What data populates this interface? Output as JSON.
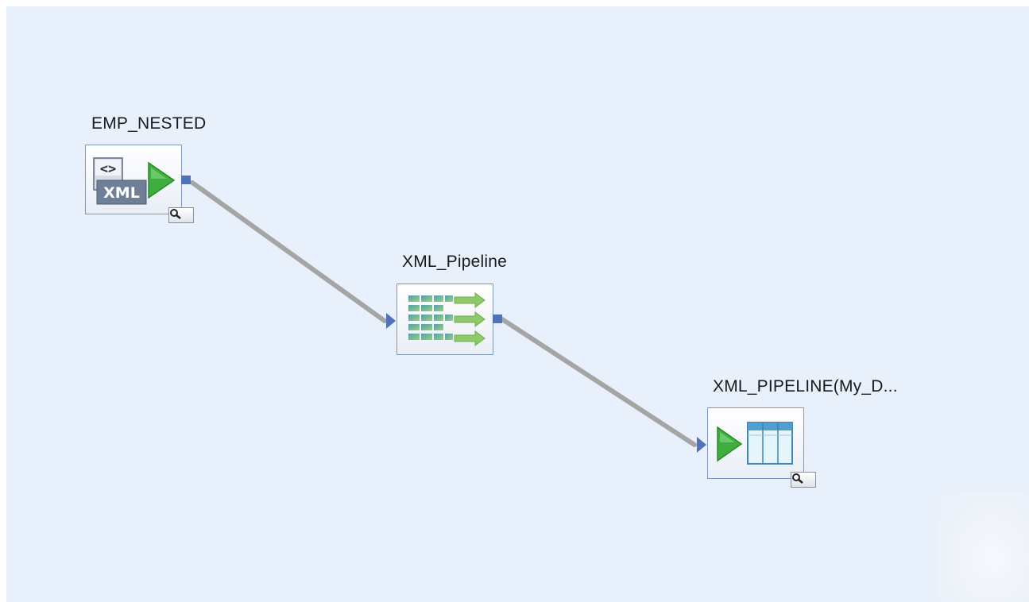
{
  "nodes": [
    {
      "id": "emp-nested",
      "label": "EMP_NESTED",
      "icon": "xml-source-icon",
      "icon_text": "XML"
    },
    {
      "id": "xml-pipeline",
      "label": "XML_Pipeline",
      "icon": "pipeline-transform-icon"
    },
    {
      "id": "xml-pipeline-target",
      "label": "XML_PIPELINE(My_D...",
      "icon": "table-target-icon"
    }
  ],
  "colors": {
    "canvas": "#e8f0fb",
    "node_border": "#7f99bd",
    "connector": "#a3a3a3",
    "port": "#4f72b8",
    "play_green": "#3fae3f"
  }
}
